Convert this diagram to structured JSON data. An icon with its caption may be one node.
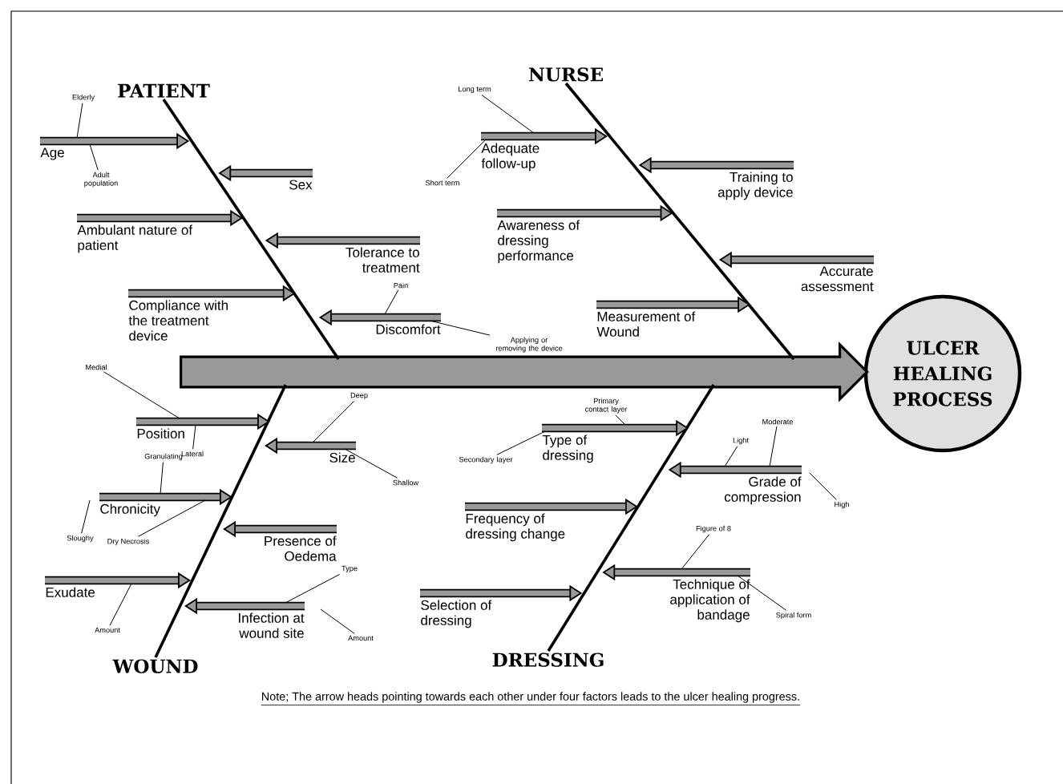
{
  "diagram": {
    "nodes": [
      {
        "text": [
          "PATIENT"
        ]
      },
      {
        "text": [
          "Age"
        ]
      },
      {
        "text": [
          "Elderly"
        ]
      },
      {
        "text": [
          "Adult population"
        ]
      },
      {
        "text": [
          "Sex"
        ]
      },
      {
        "text": [
          "Ambulant nature of patient"
        ]
      },
      {
        "text": [
          "Tolerance to treatment"
        ]
      },
      {
        "text": [
          "Compliance with the treatment device"
        ]
      },
      {
        "text": [
          "Discomfort"
        ]
      },
      {
        "text": [
          "Pain"
        ]
      },
      {
        "text": [
          "Applying or removing the device"
        ]
      },
      {
        "text": [
          "NURSE"
        ]
      },
      {
        "text": [
          "Adequate follow-up"
        ]
      },
      {
        "text": [
          "Long term"
        ]
      },
      {
        "text": [
          "Short term"
        ]
      },
      {
        "text": [
          "Training to apply device"
        ]
      },
      {
        "text": [
          "Awareness of dressing performance"
        ]
      },
      {
        "text": [
          "Accurate assessment"
        ]
      },
      {
        "text": [
          "Measurement of Wound"
        ]
      },
      {
        "text": [
          "ULCER HEALING PROCESS"
        ]
      },
      {
        "text": [
          "Position"
        ]
      },
      {
        "text": [
          "Medial"
        ]
      },
      {
        "text": [
          "Lateral"
        ]
      },
      {
        "text": [
          "Size"
        ]
      },
      {
        "text": [
          "Deep"
        ]
      },
      {
        "text": [
          "Shallow"
        ]
      },
      {
        "text": [
          "Chronicity"
        ]
      },
      {
        "text": [
          "Granulating"
        ]
      },
      {
        "text": [
          "Sloughy"
        ]
      },
      {
        "text": [
          "Dry Necrosis"
        ]
      },
      {
        "text": [
          "Presence of Oedema"
        ]
      },
      {
        "text": [
          "Exudate"
        ]
      },
      {
        "text": [
          "Amount"
        ]
      },
      {
        "text": [
          "Infection at wound site"
        ]
      },
      {
        "text": [
          "Type"
        ]
      },
      {
        "text": [
          "Amount"
        ]
      },
      {
        "text": [
          "WOUND"
        ]
      },
      {
        "text": [
          "Type of dressing"
        ]
      },
      {
        "text": [
          "Primary contact layer"
        ]
      },
      {
        "text": [
          "Secondary layer"
        ]
      },
      {
        "text": [
          "Grade of compression"
        ]
      },
      {
        "text": [
          "Light"
        ]
      },
      {
        "text": [
          "Moderate"
        ]
      },
      {
        "text": [
          "High"
        ]
      },
      {
        "text": [
          "Frequency of dressing change"
        ]
      },
      {
        "text": [
          "Technique of application of bandage"
        ]
      },
      {
        "text": [
          "Figure of 8"
        ]
      },
      {
        "text": [
          "Spiral form"
        ]
      },
      {
        "text": [
          "Selection of dressing"
        ]
      },
      {
        "text": [
          "DRESSING"
        ]
      },
      {
        "text": [],
        "shape": "arrow"
      }
    ],
    "edges": [
      {
        "from": 0,
        "to": 50,
        "arrow": "none"
      },
      {
        "from": 11,
        "to": 50,
        "arrow": "none"
      },
      {
        "from": 36,
        "to": 50,
        "arrow": "none"
      },
      {
        "from": 49,
        "to": 50,
        "arrow": "none"
      },
      {
        "from": 1,
        "to": null,
        "arrow": "to",
        "style": "thick"
      },
      {
        "from": 4,
        "to": null,
        "arrow": "to",
        "style": "thick"
      },
      {
        "from": 5,
        "to": null,
        "arrow": "to",
        "style": "thick"
      },
      {
        "from": 6,
        "to": null,
        "arrow": "to",
        "style": "thick"
      },
      {
        "from": 7,
        "to": null,
        "arrow": "to",
        "style": "thick"
      },
      {
        "from": 8,
        "to": null,
        "arrow": "to",
        "style": "thick"
      },
      {
        "from": 12,
        "to": null,
        "arrow": "to",
        "style": "thick"
      },
      {
        "from": 15,
        "to": null,
        "arrow": "to",
        "style": "thick"
      },
      {
        "from": 16,
        "to": null,
        "arrow": "to",
        "style": "thick"
      },
      {
        "from": 17,
        "to": null,
        "arrow": "to",
        "style": "thick"
      },
      {
        "from": 18,
        "to": null,
        "arrow": "to",
        "style": "thick"
      },
      {
        "from": 20,
        "to": null,
        "arrow": "to",
        "style": "thick"
      },
      {
        "from": 23,
        "to": null,
        "arrow": "to",
        "style": "thick"
      },
      {
        "from": 26,
        "to": null,
        "arrow": "to",
        "style": "thick"
      },
      {
        "from": 30,
        "to": null,
        "arrow": "to",
        "style": "thick"
      },
      {
        "from": 31,
        "to": null,
        "arrow": "to",
        "style": "thick"
      },
      {
        "from": 33,
        "to": null,
        "arrow": "to",
        "style": "thick"
      },
      {
        "from": 37,
        "to": null,
        "arrow": "to",
        "style": "thick"
      },
      {
        "from": 40,
        "to": null,
        "arrow": "to",
        "style": "thick"
      },
      {
        "from": 44,
        "to": null,
        "arrow": "to",
        "style": "thick"
      },
      {
        "from": 45,
        "to": null,
        "arrow": "to",
        "style": "thick"
      },
      {
        "from": 48,
        "to": null,
        "arrow": "to",
        "style": "thick"
      },
      {
        "from": 2,
        "to": 1,
        "arrow": "none"
      },
      {
        "from": 3,
        "to": 1,
        "arrow": "none"
      },
      {
        "from": 9,
        "to": 8,
        "arrow": "none"
      },
      {
        "from": 10,
        "to": 8,
        "arrow": "none"
      },
      {
        "from": 13,
        "to": 12,
        "arrow": "none"
      },
      {
        "from": 14,
        "to": 12,
        "arrow": "none"
      },
      {
        "from": 21,
        "to": 20,
        "arrow": "none"
      },
      {
        "from": 22,
        "to": 20,
        "arrow": "none"
      },
      {
        "from": 24,
        "to": 23,
        "arrow": "none"
      },
      {
        "from": 25,
        "to": 23,
        "arrow": "none"
      },
      {
        "from": 27,
        "to": 26,
        "arrow": "none"
      },
      {
        "from": 28,
        "to": 26,
        "arrow": "none"
      },
      {
        "from": 29,
        "to": 26,
        "arrow": "none"
      },
      {
        "from": 32,
        "to": 31,
        "arrow": "none"
      },
      {
        "from": 34,
        "to": 33,
        "arrow": "none"
      },
      {
        "from": 35,
        "to": 33,
        "arrow": "none"
      },
      {
        "from": 38,
        "to": 37,
        "arrow": "none"
      },
      {
        "from": 39,
        "to": 37,
        "arrow": "none"
      },
      {
        "from": 41,
        "to": 40,
        "arrow": "none"
      },
      {
        "from": 42,
        "to": 40,
        "arrow": "none"
      },
      {
        "from": 43,
        "to": 40,
        "arrow": "none"
      },
      {
        "from": 46,
        "to": 45,
        "arrow": "none"
      },
      {
        "from": 47,
        "to": 45,
        "arrow": "none"
      }
    ],
    "labels": [
      "Note; The arrow heads pointing towards each other under four factors leads to the ulcer healing progress."
    ]
  }
}
